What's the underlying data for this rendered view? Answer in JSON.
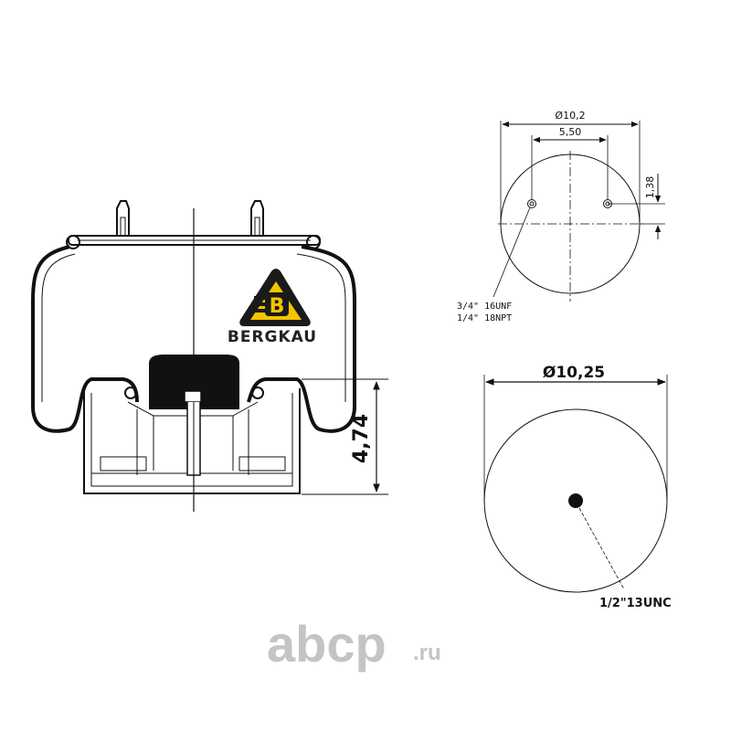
{
  "drawing": {
    "logo": {
      "brand_text": "BERGKAU",
      "letter": "B",
      "colors": {
        "yellow": "#f5c400",
        "dark": "#1a1a1a"
      }
    },
    "side_view": {
      "height_label": "4,74"
    },
    "top_view": {
      "diameter_label": "Ø10,2",
      "hole_spacing_label": "5,50",
      "offset_label": "1,38",
      "thread_labels": [
        "3/4\" 16UNF",
        "1/4\" 18NPT"
      ]
    },
    "bottom_view": {
      "diameter_label": "Ø10,25",
      "thread_label": "1/2\"13UNC"
    }
  },
  "watermark": {
    "text": "abcp",
    "suffix": ".ru",
    "color": "#c4c4c4"
  }
}
